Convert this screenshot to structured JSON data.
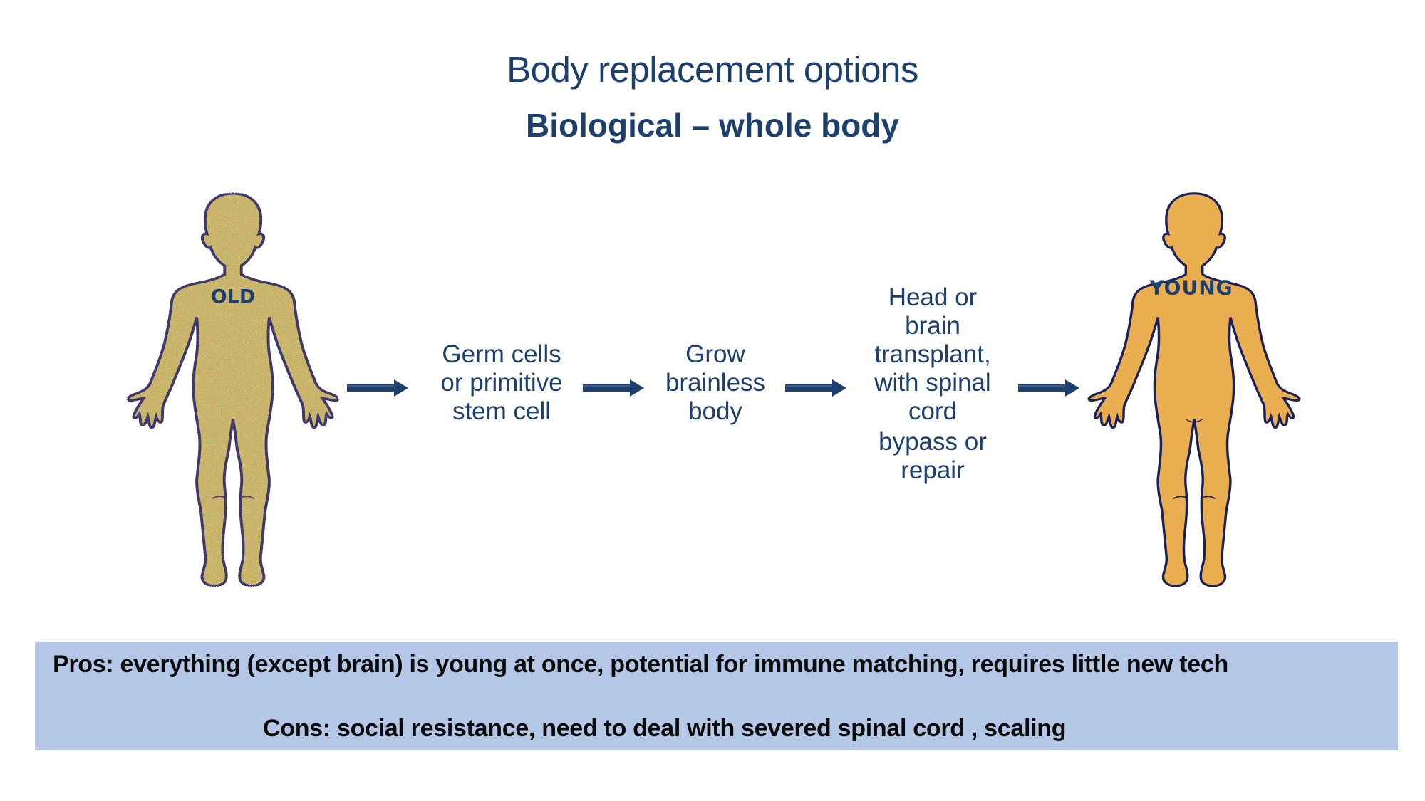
{
  "slide": {
    "title": "Body replacement options",
    "subtitle": "Biological – whole body"
  },
  "figures": {
    "old": {
      "label": "OLD",
      "fill": "#e7c889",
      "outline": "#3b3470",
      "style": "speckled"
    },
    "young": {
      "label": "YOUNG",
      "fill": "#e8ae4f",
      "outline": "#1b1f5a",
      "style": "solid"
    }
  },
  "flow": {
    "steps": [
      {
        "lines": [
          "Germ cells",
          "or primitive",
          "stem cell"
        ]
      },
      {
        "lines": [
          "Grow",
          "brainless",
          "body"
        ]
      },
      {
        "lines": [
          "Head or",
          "brain",
          "transplant,",
          "with spinal",
          "cord",
          "bypass or",
          "repair"
        ]
      }
    ],
    "arrow_icon": "right-arrow-icon",
    "arrow_color": "#1f3f6e",
    "arrow_count": 4
  },
  "summary": {
    "background": "#b4c7e7",
    "pros": "Pros: everything (except brain) is young at once, potential for immune matching, requires little new tech",
    "cons": "Cons: social resistance, need to deal with severed spinal cord , scaling"
  }
}
